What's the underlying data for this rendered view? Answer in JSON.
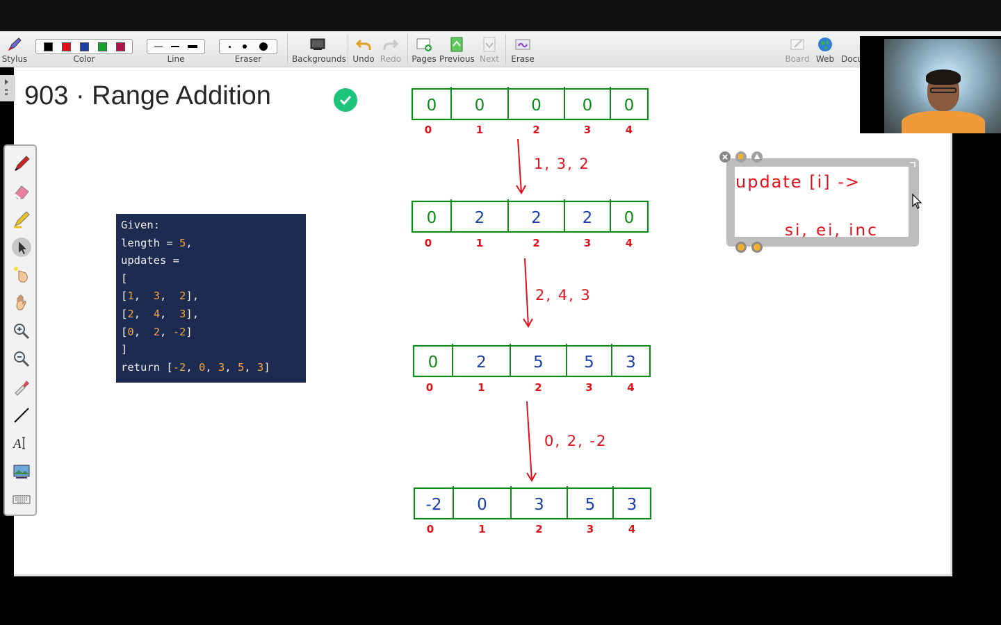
{
  "toolbar": {
    "stylus_label": "Stylus",
    "color_label": "Color",
    "colors": [
      "#000000",
      "#e0101a",
      "#1a3fa8",
      "#15a32a",
      "#b0124a"
    ],
    "line_label": "Line",
    "eraser_label": "Eraser",
    "backgrounds_label": "Backgrounds",
    "undo_label": "Undo",
    "redo_label": "Redo",
    "pages_label": "Pages",
    "previous_label": "Previous",
    "next_label": "Next",
    "erase_label": "Erase",
    "board_label": "Board",
    "web_label": "Web",
    "document_label": "Docu"
  },
  "page": {
    "title": "903 · Range Addition"
  },
  "code": {
    "line1": "Given:",
    "line2a": "length = ",
    "line2n": "5",
    "line2b": ",",
    "line3": "updates =",
    "line4": "[",
    "line5a": "[",
    "line5n1": "1",
    "line5b": ",  ",
    "line5n2": "3",
    "line5c": ",  ",
    "line5n3": "2",
    "line5d": "],",
    "line6a": "[",
    "line6n1": "2",
    "line6b": ",  ",
    "line6n2": "4",
    "line6c": ",  ",
    "line6n3": "3",
    "line6d": "],",
    "line7a": "[",
    "line7n1": "0",
    "line7b": ",  ",
    "line7n2": "2",
    "line7c": ", ",
    "line7n3": "-2",
    "line7d": "]",
    "line8": "]",
    "line9a": "return [",
    "line9n1": "-2",
    "line9s1": ", ",
    "line9n2": "0",
    "line9s2": ", ",
    "line9n3": "3",
    "line9s3": ", ",
    "line9n4": "5",
    "line9s4": ", ",
    "line9n5": "3",
    "line9b": "]"
  },
  "drawing": {
    "colors": {
      "array_border": "#0e8a1a",
      "index": "#e0101a",
      "value_green": "#0e8a1a",
      "value_blue": "#1a3fa8",
      "arrow": "#e0101a"
    },
    "arrays": [
      {
        "values": [
          "0",
          "0",
          "0",
          "0",
          "0"
        ],
        "indices": [
          "0",
          "1",
          "2",
          "3",
          "4"
        ]
      },
      {
        "values": [
          "0",
          "2",
          "2",
          "2",
          "0"
        ],
        "indices": [
          "0",
          "1",
          "2",
          "3",
          "4"
        ]
      },
      {
        "values": [
          "0",
          "2",
          "5",
          "5",
          "3"
        ],
        "indices": [
          "0",
          "1",
          "2",
          "3",
          "4"
        ]
      },
      {
        "values": [
          "-2",
          "0",
          "3",
          "5",
          "3"
        ],
        "indices": [
          "0",
          "1",
          "2",
          "3",
          "4"
        ]
      }
    ],
    "arrow_labels": [
      "1, 3, 2",
      "2, 4, 3",
      "0, 2, -2"
    ]
  },
  "note": {
    "line1": "update [i] ->",
    "line2": "si, ei, inc"
  }
}
